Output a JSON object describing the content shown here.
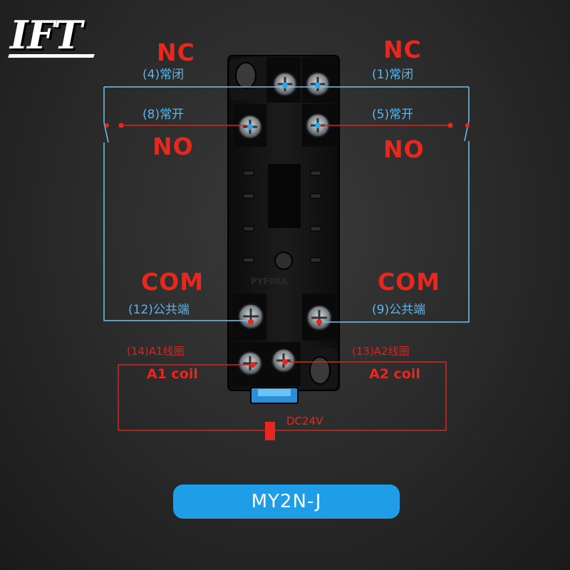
{
  "logo": {
    "text": "IFT"
  },
  "labels": {
    "nc_left": "NC",
    "nc_left_sub": "(4)常闭",
    "nc_right": "NC",
    "nc_right_sub": "(1)常闭",
    "no_left_sub": "(8)常开",
    "no_left": "NO",
    "no_right_sub": "(5)常开",
    "no_right": "NO",
    "com_left": "COM",
    "com_left_sub": "(12)公共端",
    "com_right": "COM",
    "com_right_sub": "(9)公共端",
    "a1_sub": "(14)A1线圈",
    "a1_coil": "A1 coil",
    "a2_sub": "(13)A2线圈",
    "a2_coil": "A2 coil",
    "dc_voltage": "DC24V",
    "socket_marking": "PYF08A"
  },
  "model": {
    "name": "MY2N-J"
  },
  "colors": {
    "label_red": "#e8271e",
    "label_blue": "#5ab7ea",
    "wire_blue": "#6ec3f0",
    "wire_red": "#d8261e",
    "pill_blue": "#1f9de6",
    "socket_black": "#141414"
  }
}
